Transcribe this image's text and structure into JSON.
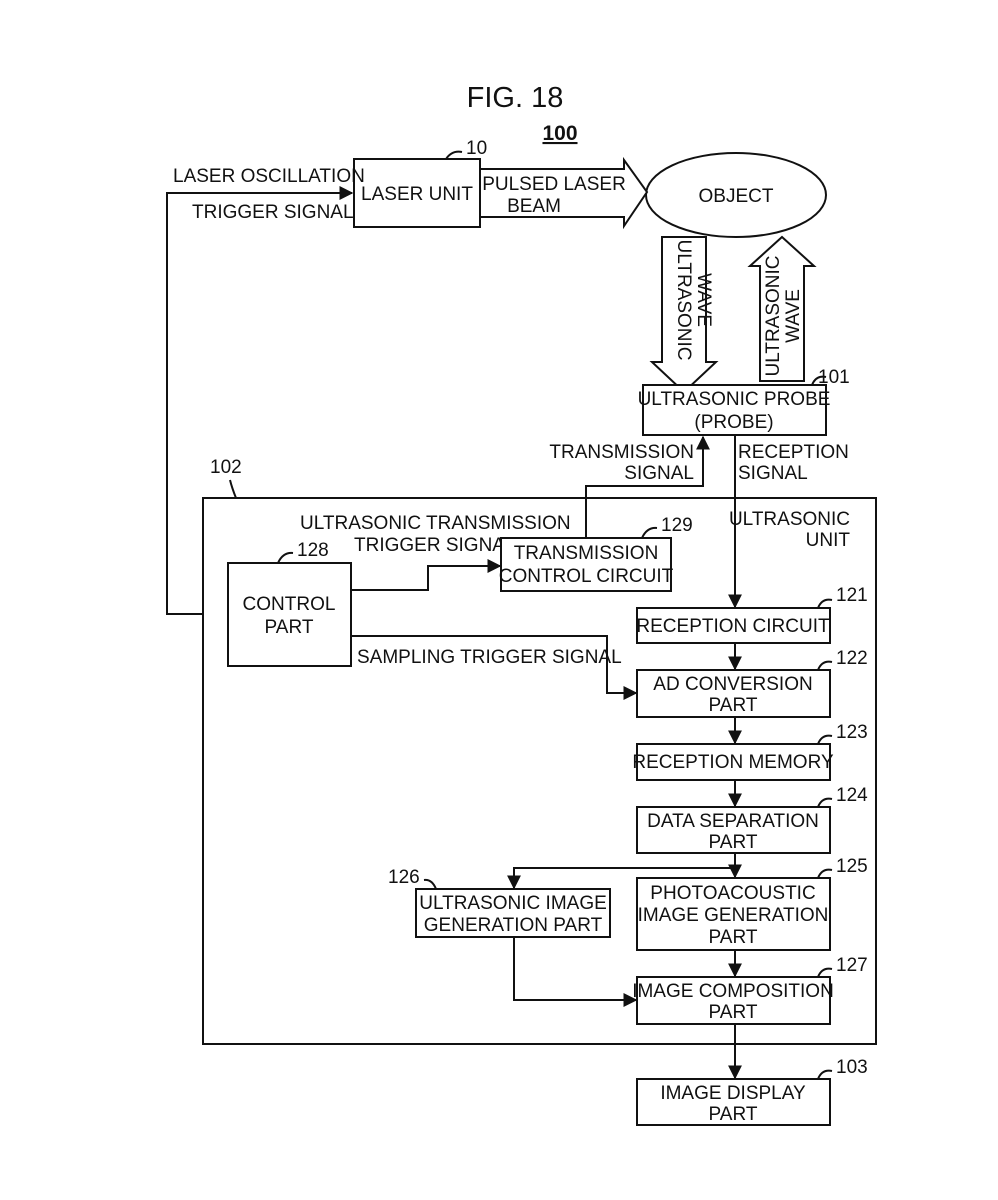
{
  "figure": {
    "title": "FIG. 18",
    "system_ref": "100"
  },
  "blocks": {
    "laser_unit": {
      "label": "LASER UNIT",
      "ref": "10"
    },
    "object": {
      "label": "OBJECT"
    },
    "probe": {
      "line1": "ULTRASONIC PROBE",
      "line2": "(PROBE)",
      "ref": "101"
    },
    "ultrasonic_unit": {
      "line1": "ULTRASONIC",
      "line2": "UNIT",
      "ref": "102"
    },
    "control_part": {
      "line1": "CONTROL",
      "line2": "PART",
      "ref": "128"
    },
    "transmission_control": {
      "line1": "TRANSMISSION",
      "line2": "CONTROL CIRCUIT",
      "ref": "129"
    },
    "reception_circuit": {
      "label": "RECEPTION CIRCUIT",
      "ref": "121"
    },
    "ad_conversion": {
      "line1": "AD CONVERSION",
      "line2": "PART",
      "ref": "122"
    },
    "reception_memory": {
      "label": "RECEPTION MEMORY",
      "ref": "123"
    },
    "data_separation": {
      "line1": "DATA SEPARATION",
      "line2": "PART",
      "ref": "124"
    },
    "photoacoustic_gen": {
      "line1": "PHOTOACOUSTIC",
      "line2": "IMAGE GENERATION",
      "line3": "PART",
      "ref": "125"
    },
    "ultrasonic_image_gen": {
      "line1": "ULTRASONIC IMAGE",
      "line2": "GENERATION PART",
      "ref": "126"
    },
    "image_composition": {
      "line1": "IMAGE COMPOSITION",
      "line2": "PART",
      "ref": "127"
    },
    "image_display": {
      "line1": "IMAGE DISPLAY",
      "line2": "PART",
      "ref": "103"
    }
  },
  "signals": {
    "laser_trigger": {
      "line1": "LASER OSCILLATION",
      "line2": "TRIGGER SIGNAL"
    },
    "pulsed_beam": {
      "line1": "PULSED LASER",
      "line2": "BEAM"
    },
    "wave_down": {
      "line1": "ULTRASONIC",
      "line2": "WAVE"
    },
    "wave_up": {
      "line1": "ULTRASONIC",
      "line2": "WAVE"
    },
    "transmission_signal": {
      "line1": "TRANSMISSION",
      "line2": "SIGNAL"
    },
    "reception_signal": {
      "line1": "RECEPTION",
      "line2": "SIGNAL"
    },
    "us_tx_trigger": {
      "line1": "ULTRASONIC TRANSMISSION",
      "line2": "TRIGGER SIGNAL"
    },
    "sampling_trigger": {
      "label": "SAMPLING TRIGGER SIGNAL"
    }
  }
}
